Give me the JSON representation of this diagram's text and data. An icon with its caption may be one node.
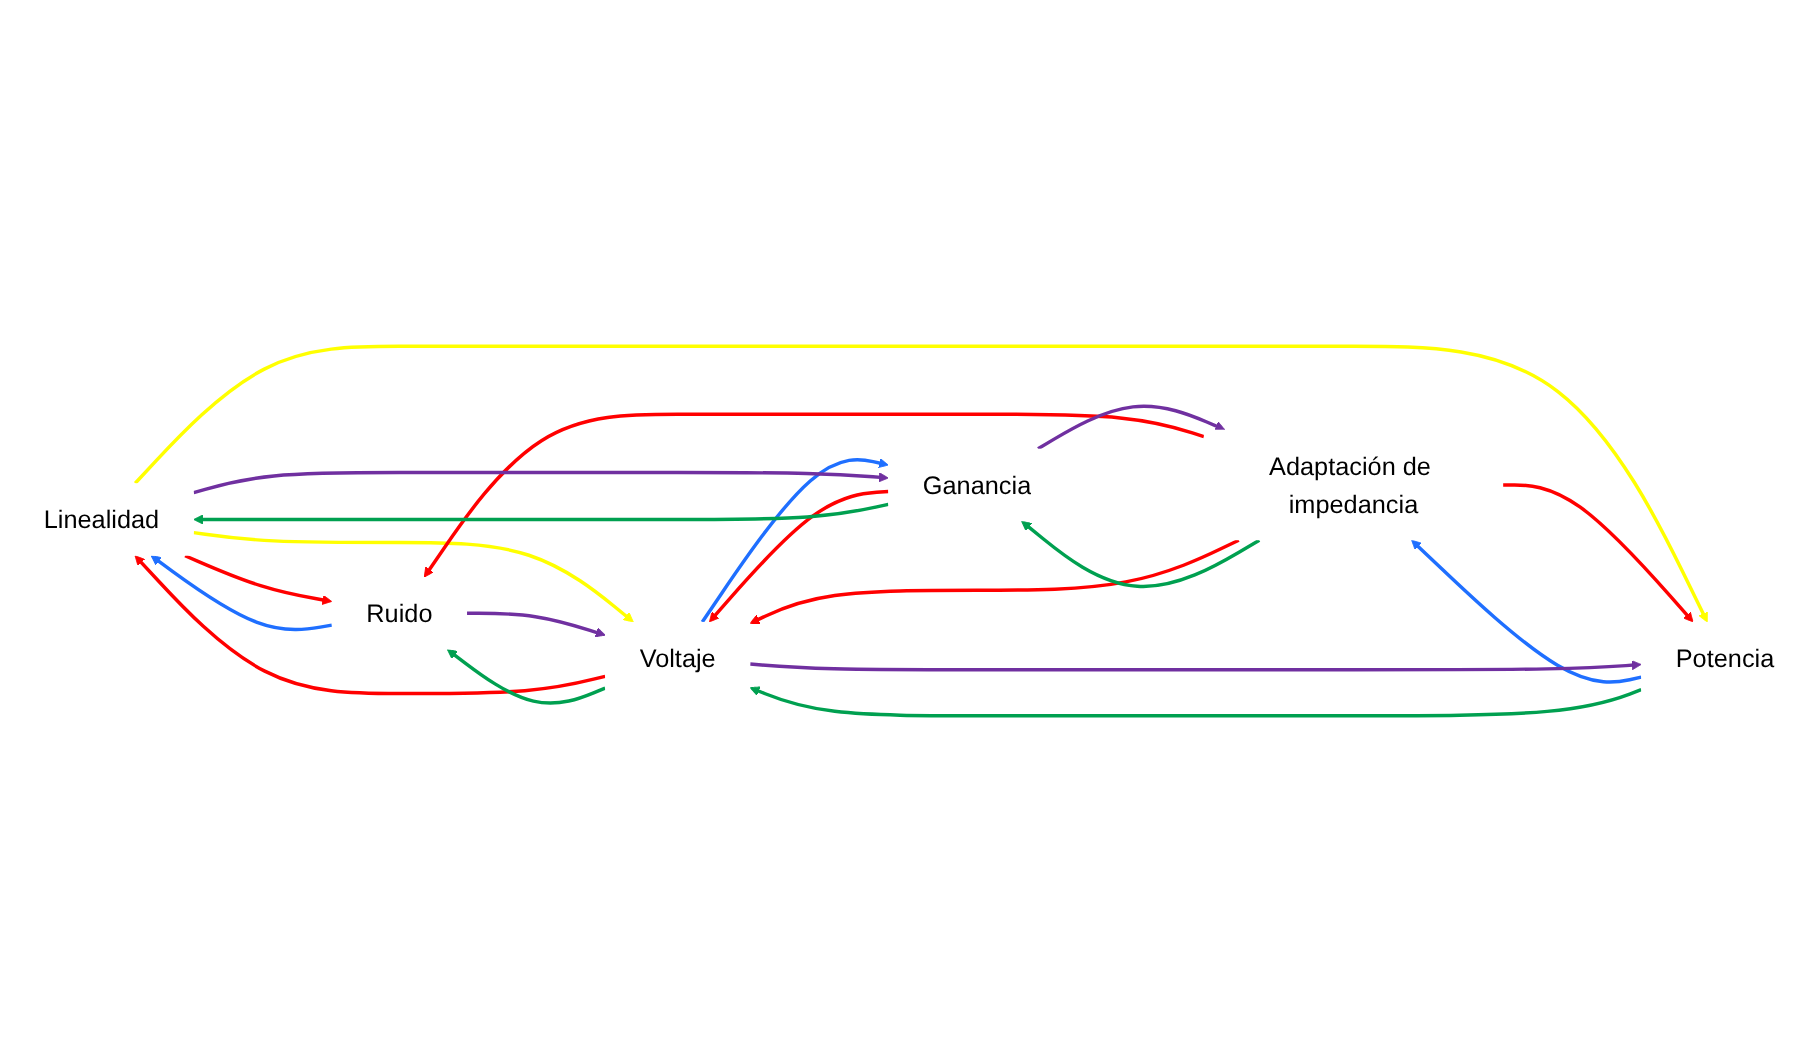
{
  "diagram": {
    "nodes": [
      {
        "text": [
          "Linealidad"
        ]
      },
      {
        "text": [
          "Ganancia"
        ]
      },
      {
        "text": [
          "Adaptación de impedancia"
        ]
      },
      {
        "text": [
          "Ruido"
        ]
      },
      {
        "text": [
          "Voltaje"
        ]
      },
      {
        "text": [
          "Potencia"
        ]
      }
    ],
    "edges": [
      {
        "from": 0,
        "to": 3,
        "arrow": "to"
      },
      {
        "from": 3,
        "to": 0,
        "arrow": "to",
        "color": "#1f6fff"
      },
      {
        "from": 0,
        "to": 4,
        "arrow": "to",
        "color": "#ffff00"
      },
      {
        "from": 4,
        "to": 0,
        "arrow": "to"
      },
      {
        "from": 0,
        "to": 5,
        "arrow": "to",
        "color": "#ffff00"
      },
      {
        "from": 2,
        "to": 3,
        "arrow": "to"
      },
      {
        "from": 1,
        "to": 4,
        "arrow": "to"
      },
      {
        "from": 4,
        "to": 1,
        "arrow": "to",
        "color": "#1f6fff"
      },
      {
        "from": 2,
        "to": 4,
        "arrow": "to"
      },
      {
        "from": 2,
        "to": 5,
        "arrow": "to"
      },
      {
        "from": 5,
        "to": 2,
        "arrow": "to",
        "color": "#1f6fff"
      },
      {
        "from": 1,
        "to": 0,
        "arrow": "to",
        "color": "#00a050"
      },
      {
        "from": 0,
        "to": 1,
        "arrow": "to",
        "color": "#7030a0"
      },
      {
        "from": 2,
        "to": 1,
        "arrow": "to",
        "color": "#00a050"
      },
      {
        "from": 1,
        "to": 2,
        "arrow": "to",
        "color": "#7030a0"
      },
      {
        "from": 4,
        "to": 3,
        "arrow": "to",
        "color": "#00a050"
      },
      {
        "from": 3,
        "to": 4,
        "arrow": "to",
        "color": "#7030a0"
      },
      {
        "from": 5,
        "to": 4,
        "arrow": "to",
        "color": "#00a050"
      },
      {
        "from": 4,
        "to": 5,
        "arrow": "to",
        "color": "#7030a0"
      }
    ]
  }
}
